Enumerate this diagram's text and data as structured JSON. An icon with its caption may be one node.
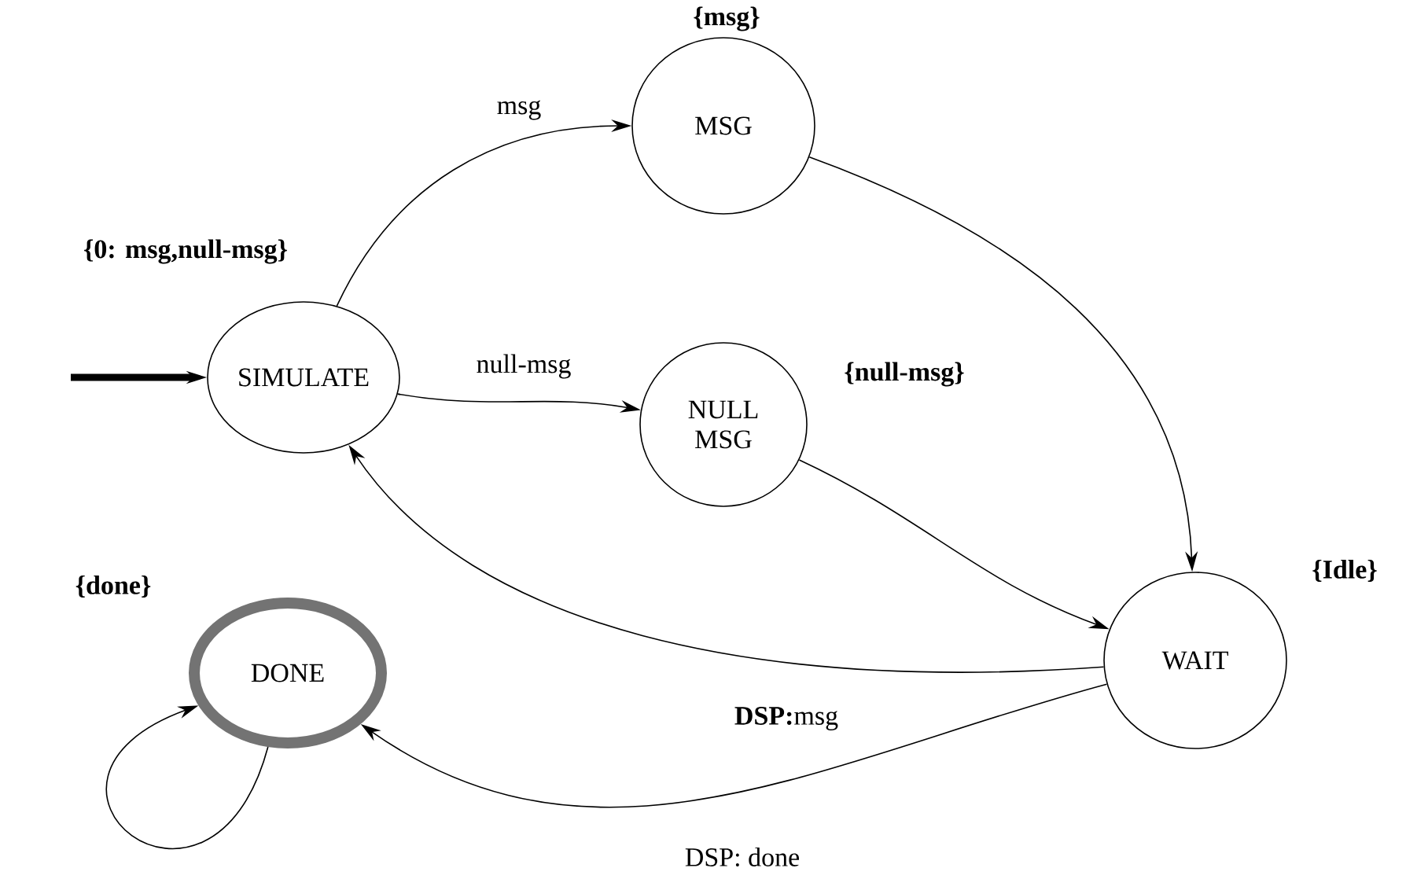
{
  "diagram": {
    "nodes": [
      {
        "text": [
          "SIMULATE"
        ],
        "beside": [
          "{0: msg,null-msg}"
        ]
      },
      {
        "text": [
          "MSG"
        ],
        "beside": [
          "{msg}"
        ]
      },
      {
        "text": [
          "NULL MSG"
        ],
        "beside": [
          "{null-msg}"
        ]
      },
      {
        "text": [
          "WAIT"
        ],
        "beside": [
          "{Idle}"
        ]
      },
      {
        "text": [
          "DONE"
        ],
        "beside": [
          "{done}"
        ]
      }
    ],
    "edges": [
      {
        "from": null,
        "to": 0,
        "arrow": "to",
        "style": "thick"
      },
      {
        "from": 0,
        "to": 1,
        "arrow": "to",
        "label": "msg"
      },
      {
        "from": 0,
        "to": 2,
        "arrow": "to",
        "label": "null-msg"
      },
      {
        "from": 1,
        "to": 3,
        "arrow": "to"
      },
      {
        "from": 2,
        "to": 3,
        "arrow": "to"
      },
      {
        "from": 3,
        "to": 0,
        "arrow": "to",
        "label": "**DSP:**msg"
      },
      {
        "from": 3,
        "to": 4,
        "arrow": "to",
        "label": "DSP: done"
      },
      {
        "from": 4,
        "to": 4,
        "arrow": "to"
      }
    ]
  }
}
